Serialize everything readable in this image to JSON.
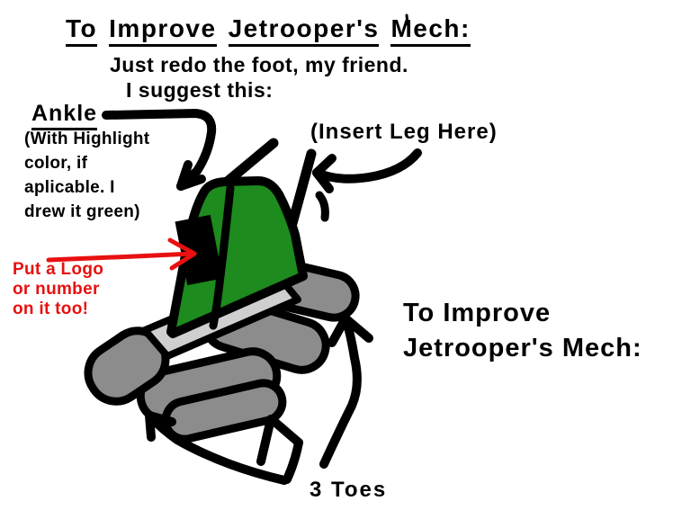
{
  "colors": {
    "background": "#FFFFFF",
    "ink": "#000000",
    "ankle_green": "#1D8B1D",
    "toe_gray": "#8C8C8C",
    "band_gray": "#CFCFCF",
    "annotation_red": "#E81010"
  },
  "texts": {
    "title_words": [
      "To",
      "Improve",
      "Jetrooper's",
      "Mech:"
    ],
    "subtitle": "Just redo the foot, my friend.",
    "suggestion": "I suggest this:",
    "ankle_label": "Ankle",
    "ankle_note_lines": [
      "(With Highlight",
      "color, if",
      "aplicable. I",
      "drew it green)"
    ],
    "insert_leg_label": "(Insert Leg Here)",
    "logo_note_lines": [
      "Put a Logo",
      "or number",
      "on it too!"
    ],
    "right_title_lines": [
      "To Improve",
      "Jetrooper's Mech:"
    ],
    "toes_label": "3 Toes"
  }
}
